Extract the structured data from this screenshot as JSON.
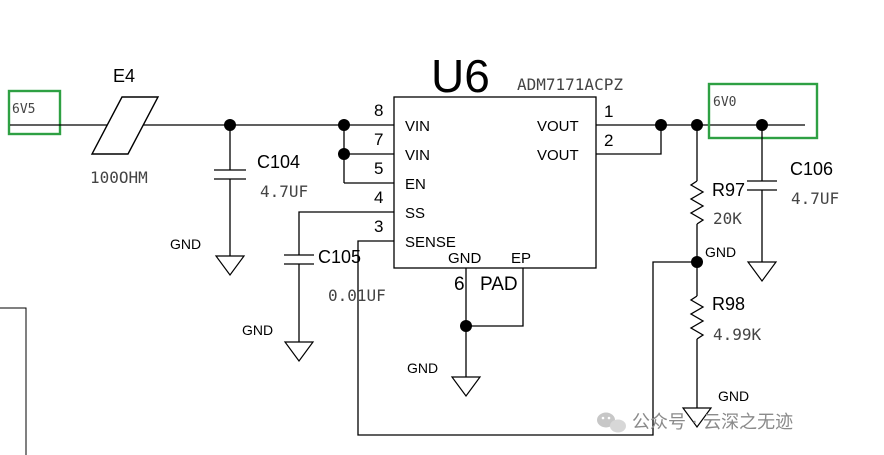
{
  "ic": {
    "ref": "U6",
    "part": "ADM7171ACPZ",
    "pins_left": [
      {
        "num": "8",
        "name": "VIN"
      },
      {
        "num": "7",
        "name": "VIN"
      },
      {
        "num": "5",
        "name": "EN"
      },
      {
        "num": "4",
        "name": "SS"
      },
      {
        "num": "3",
        "name": "SENSE"
      }
    ],
    "pins_right": [
      {
        "num": "1",
        "name": "VOUT"
      },
      {
        "num": "2",
        "name": "VOUT"
      }
    ],
    "pins_bottom": [
      {
        "num": "6",
        "name": "GND"
      },
      {
        "num": "PAD",
        "name": "EP"
      }
    ]
  },
  "nets": {
    "input": "6V5",
    "output": "6V0"
  },
  "components": {
    "e4": {
      "ref": "E4",
      "value": "100OHM"
    },
    "c104": {
      "ref": "C104",
      "value": "4.7UF"
    },
    "c105": {
      "ref": "C105",
      "value": "0.01UF"
    },
    "c106": {
      "ref": "C106",
      "value": "4.7UF"
    },
    "r97": {
      "ref": "R97",
      "value": "20K"
    },
    "r98": {
      "ref": "R98",
      "value": "4.99K"
    }
  },
  "gnd_label": "GND",
  "watermark": "公众号 · 云深之无迹",
  "colors": {
    "net_box": "#2ea043",
    "wire": "#000000"
  },
  "icons": {
    "ground": "ground-symbol-icon",
    "watermark": "wechat-icon"
  }
}
